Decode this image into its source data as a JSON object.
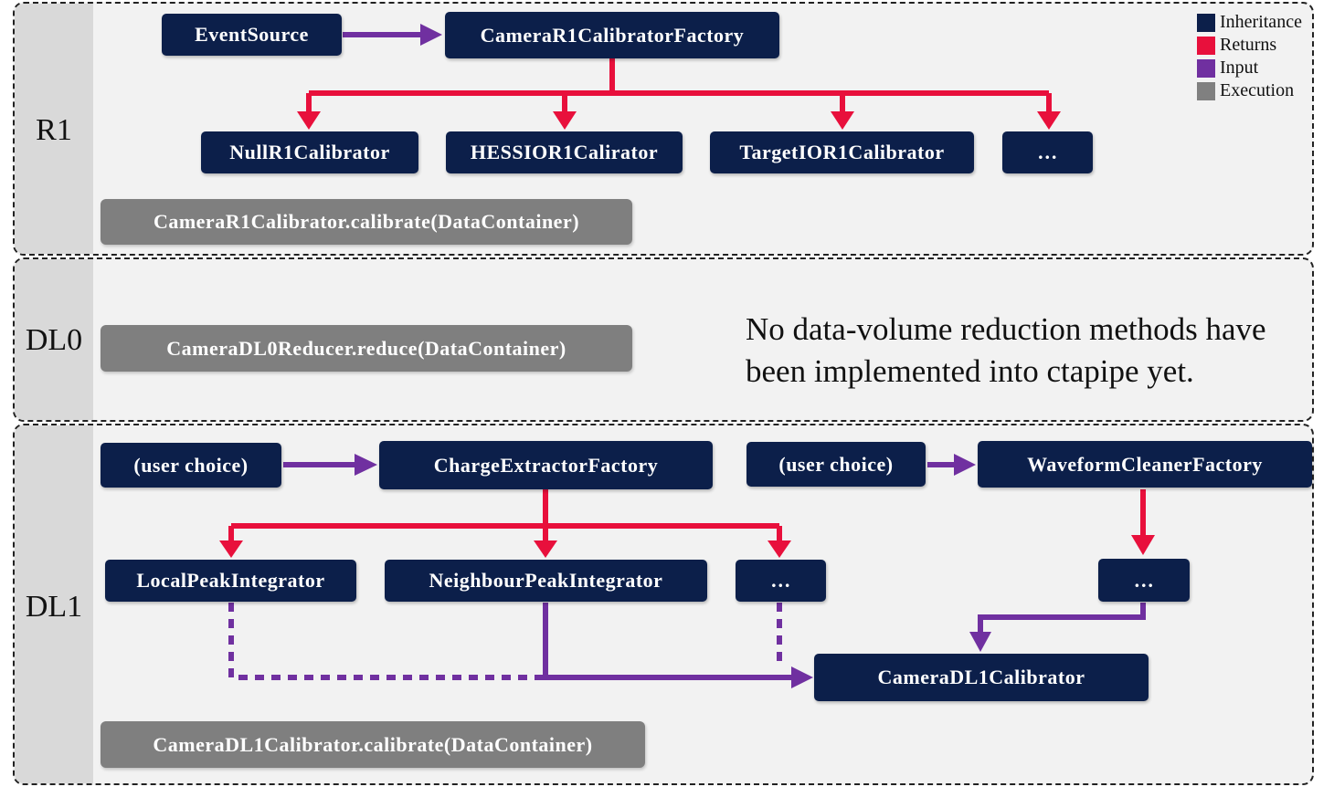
{
  "panels": {
    "r1": "R1",
    "dl0": "DL0",
    "dl1": "DL1"
  },
  "nodes": {
    "event_source": "EventSource",
    "r1_factory": "CameraR1CalibratorFactory",
    "null_r1": "NullR1Calibrator",
    "hessio_r1": "HESSIOR1Calirator",
    "targetio_r1": "TargetIOR1Calibrator",
    "r1_more": "…",
    "user_choice_1": "(user choice)",
    "charge_factory": "ChargeExtractorFactory",
    "user_choice_2": "(user choice)",
    "cleaner_factory": "WaveformCleanerFactory",
    "local_peak": "LocalPeakIntegrator",
    "neighbour_peak": "NeighbourPeakIntegrator",
    "extractor_more": "…",
    "cleaner_more": "…",
    "dl1_calibrator": "CameraDL1Calibrator"
  },
  "executions": {
    "r1_calibrate": "CameraR1Calibrator.calibrate(DataContainer)",
    "dl0_reduce": "CameraDL0Reducer.reduce(DataContainer)",
    "dl1_calibrate": "CameraDL1Calibrator.calibrate(DataContainer)"
  },
  "note": "No data-volume reduction methods have been implemented into ctapipe yet.",
  "legend": [
    {
      "label": "Inheritance",
      "color": "#0c1f4a"
    },
    {
      "label": "Returns",
      "color": "#e8103c"
    },
    {
      "label": "Input",
      "color": "#7030a0"
    },
    {
      "label": "Execution",
      "color": "#808080"
    }
  ],
  "colors": {
    "returns": "#e8103c",
    "input": "#7030a0"
  }
}
